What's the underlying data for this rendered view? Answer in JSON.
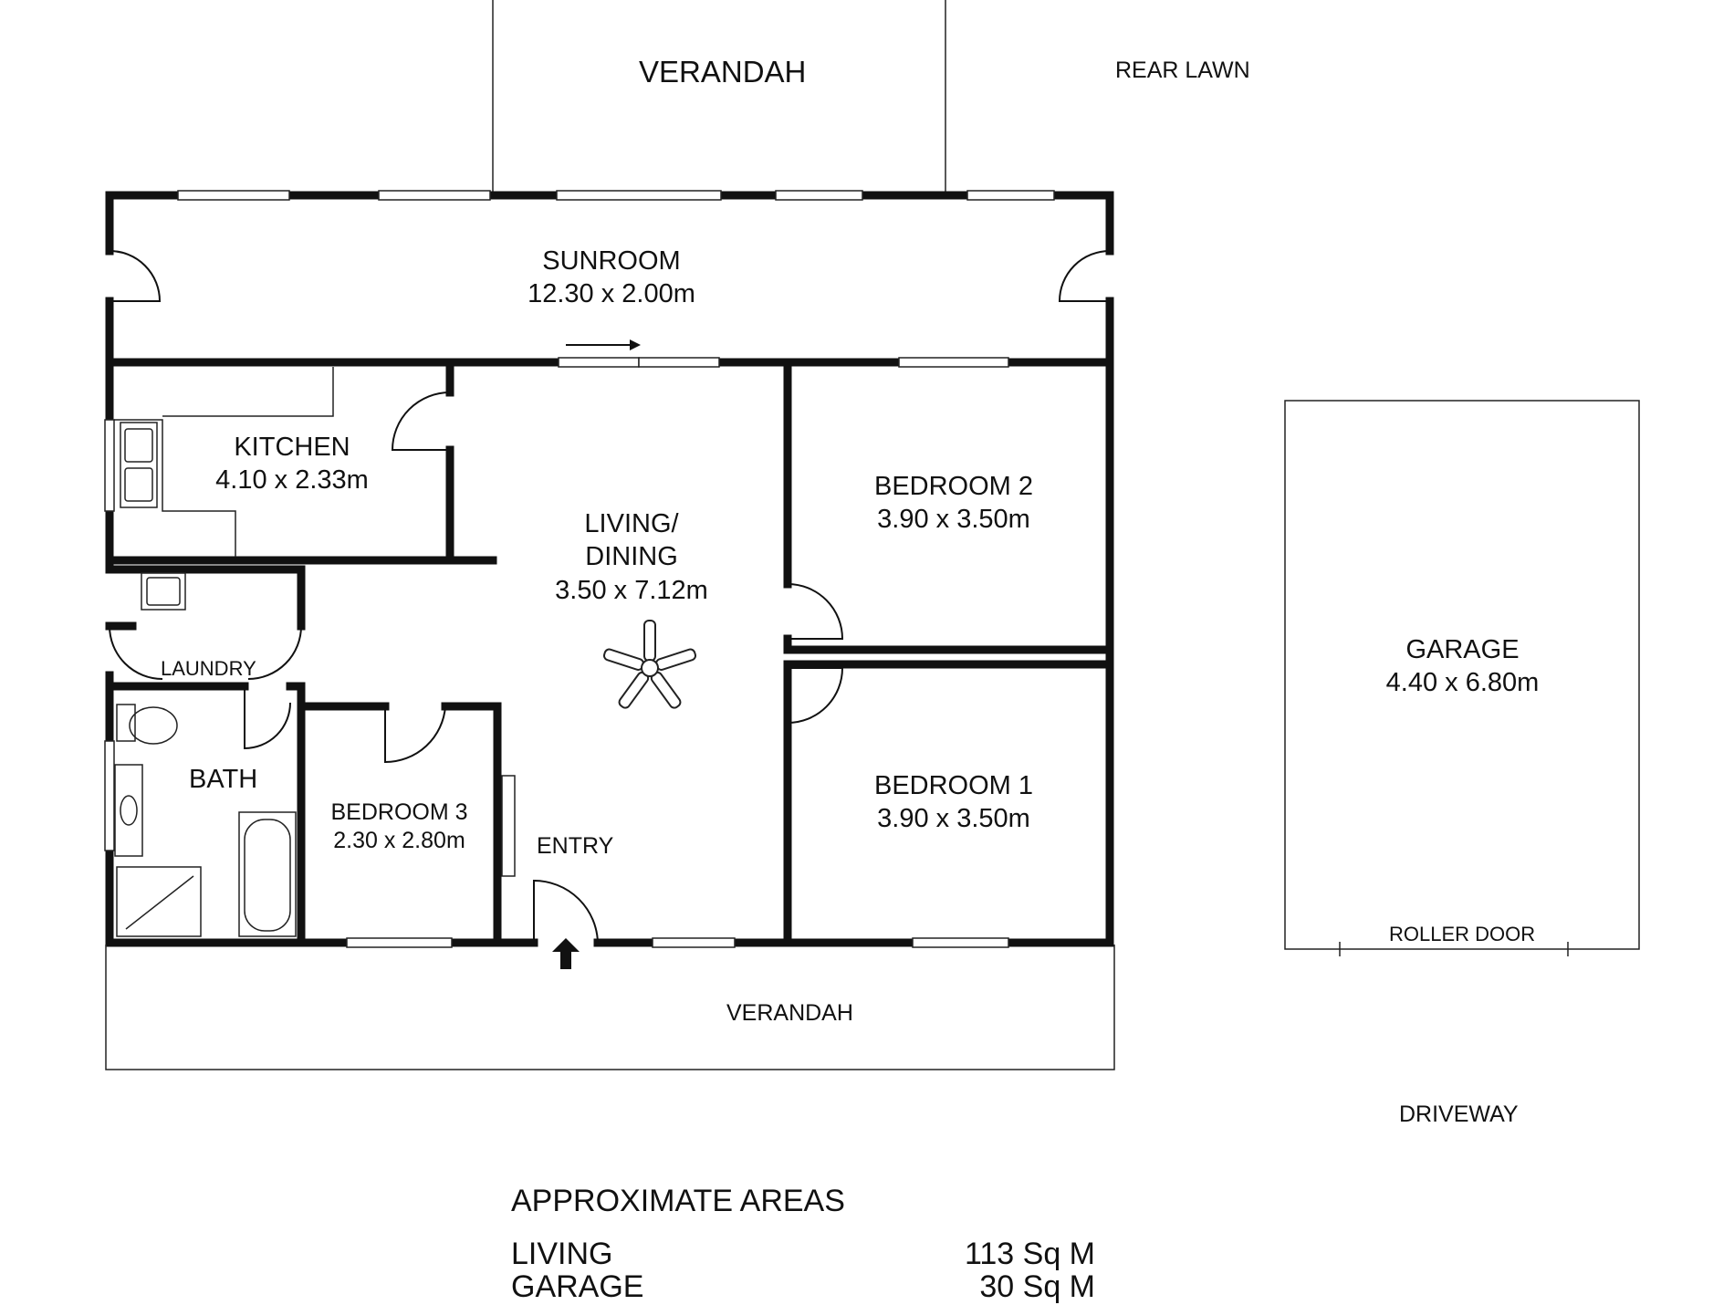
{
  "outside": {
    "verandah_rear": "VERANDAH",
    "rear_lawn": "REAR LAWN",
    "verandah_front": "VERANDAH",
    "driveway": "DRIVEWAY"
  },
  "rooms": {
    "sunroom": {
      "name": "SUNROOM",
      "size": "12.30 x 2.00m"
    },
    "kitchen": {
      "name": "KITCHEN",
      "size": "4.10 x 2.33m"
    },
    "living": {
      "name_1": "LIVING/",
      "name_2": "DINING",
      "size": "3.50 x 7.12m"
    },
    "bedroom2": {
      "name": "BEDROOM 2",
      "size": "3.90 x 3.50m"
    },
    "bedroom1": {
      "name": "BEDROOM 1",
      "size": "3.90 x 3.50m"
    },
    "bedroom3": {
      "name": "BEDROOM 3",
      "size": "2.30 x 2.80m"
    },
    "laundry": {
      "name": "LAUNDRY"
    },
    "bath": {
      "name": "BATH"
    },
    "entry": {
      "name": "ENTRY"
    },
    "garage": {
      "name": "GARAGE",
      "size": "4.40 x 6.80m",
      "door": "ROLLER DOOR"
    }
  },
  "areas": {
    "title": "APPROXIMATE AREAS",
    "rows": [
      {
        "label": "LIVING",
        "value": "113 Sq M"
      },
      {
        "label": "GARAGE",
        "value": "30 Sq M"
      }
    ]
  },
  "colors": {
    "wall": "#111111",
    "background": "#ffffff"
  }
}
